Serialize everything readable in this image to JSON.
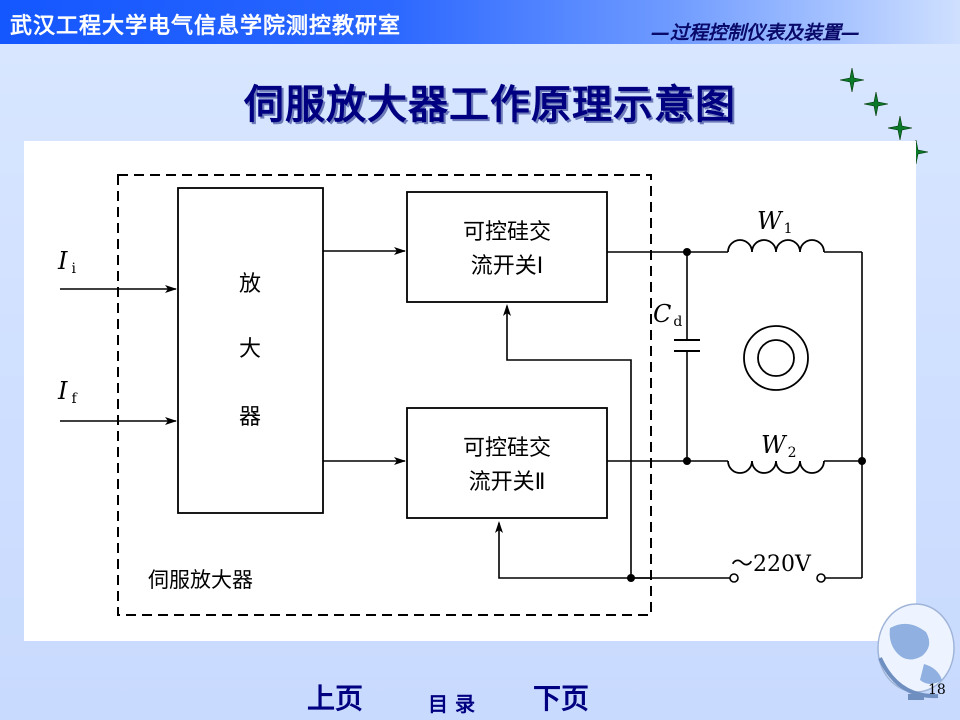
{
  "header": {
    "department": "武汉工程大学电气信息学院测控教研室",
    "course": "—过程控制仪表及装置—"
  },
  "slide": {
    "title": "伺服放大器工作原理示意图"
  },
  "diagram": {
    "inputs": {
      "i_main": "I",
      "i_sub": "i",
      "f_main": "I",
      "f_sub": "f"
    },
    "amplifier": {
      "chars": [
        "放",
        "大",
        "器"
      ]
    },
    "switch1": {
      "line1": "可控硅交",
      "line2": "流开关Ⅰ"
    },
    "switch2": {
      "line1": "可控硅交",
      "line2": "流开关Ⅱ"
    },
    "capacitor": {
      "main": "C",
      "sub": "d"
    },
    "winding1": {
      "main": "W",
      "sub": "1"
    },
    "winding2": {
      "main": "W",
      "sub": "2"
    },
    "supply": "～220V",
    "boundary_label": "伺服放大器"
  },
  "nav": {
    "prev": "上页",
    "toc": "目 录",
    "next": "下页"
  },
  "page_number": "18"
}
